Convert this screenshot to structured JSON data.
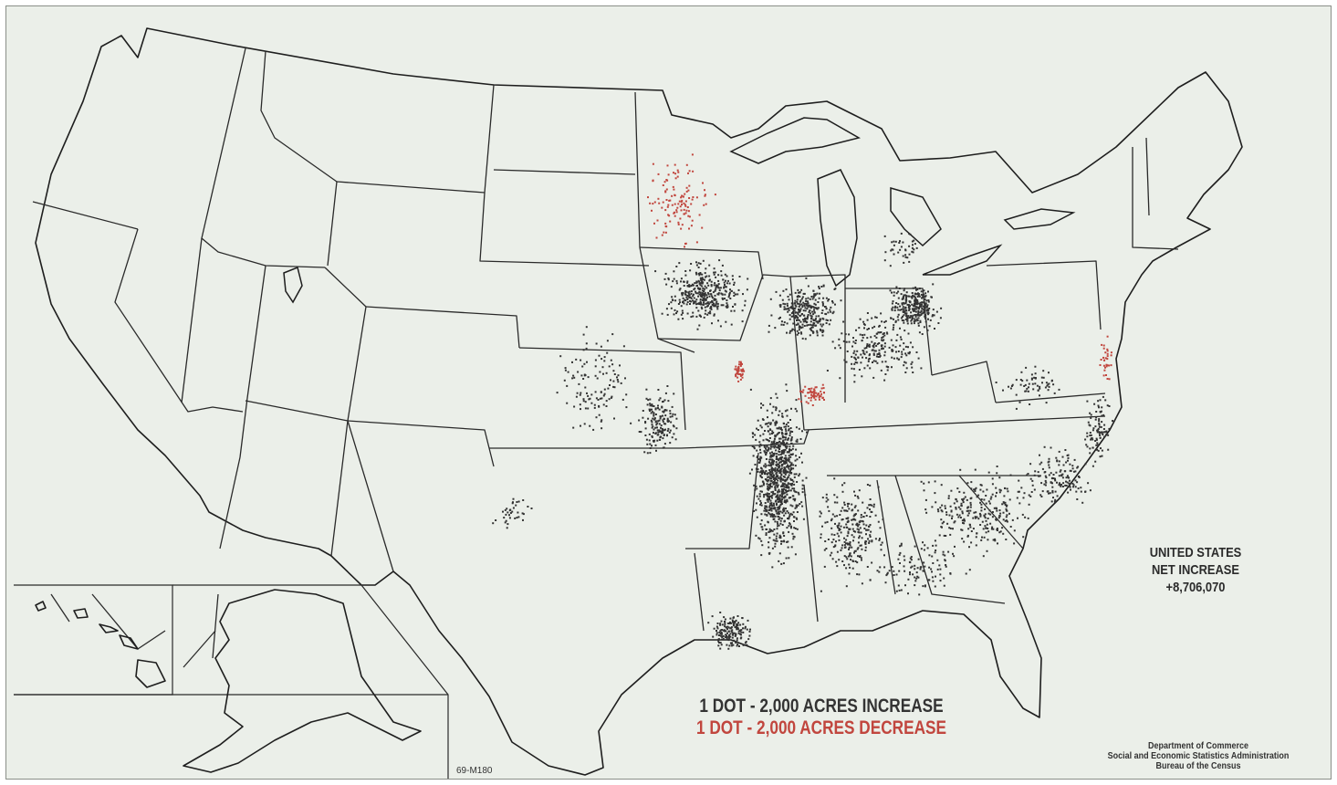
{
  "summary": {
    "country": "UNITED STATES",
    "label": "NET INCREASE",
    "value": "+8,706,070"
  },
  "legend": {
    "increase": "1 DOT - 2,000 ACRES INCREASE",
    "decrease": "1 DOT - 2,000 ACRES DECREASE",
    "increase_color": "#333333",
    "decrease_color": "#c1463e"
  },
  "agency": {
    "line1": "Department of Commerce",
    "line2": "Social and Economic Statistics Administration",
    "line3": "Bureau of the Census"
  },
  "map_code": "69-M180",
  "colors": {
    "background": "#ebefe9",
    "line": "#2a2a2a"
  }
}
